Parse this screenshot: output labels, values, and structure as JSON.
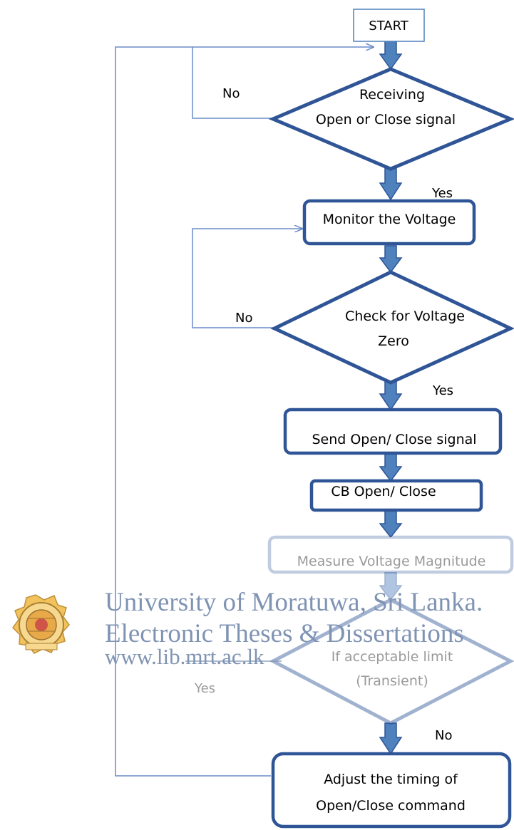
{
  "flowchart": {
    "start": "START",
    "receiving": [
      "Receiving",
      "Open or Close signal"
    ],
    "monitor": "Monitor the Voltage",
    "check_zero": [
      "Check for Voltage",
      "Zero"
    ],
    "send_signal": "Send Open/ Close signal",
    "cb": "CB Open/ Close",
    "measure": "Measure Voltage Magnitude",
    "acceptable": [
      "If acceptable limit",
      "(Transient)"
    ],
    "adjust": [
      "Adjust the timing of",
      "Open/Close command"
    ],
    "labels": {
      "no_1": "No",
      "yes_1": "Yes",
      "no_2": "No",
      "yes_2": "Yes",
      "yes_3": "Yes",
      "no_3": "No"
    }
  },
  "watermark": {
    "line1": "University of Moratuwa, Sri Lanka.",
    "line2": "Electronic Theses & Dissertations",
    "line3": "www.lib.mrt.ac.lk"
  },
  "colors": {
    "border": "#2f5597",
    "arrow_fill": "#4f81bd",
    "line": "#6b8cc7",
    "watermark": "#7f93b3"
  }
}
